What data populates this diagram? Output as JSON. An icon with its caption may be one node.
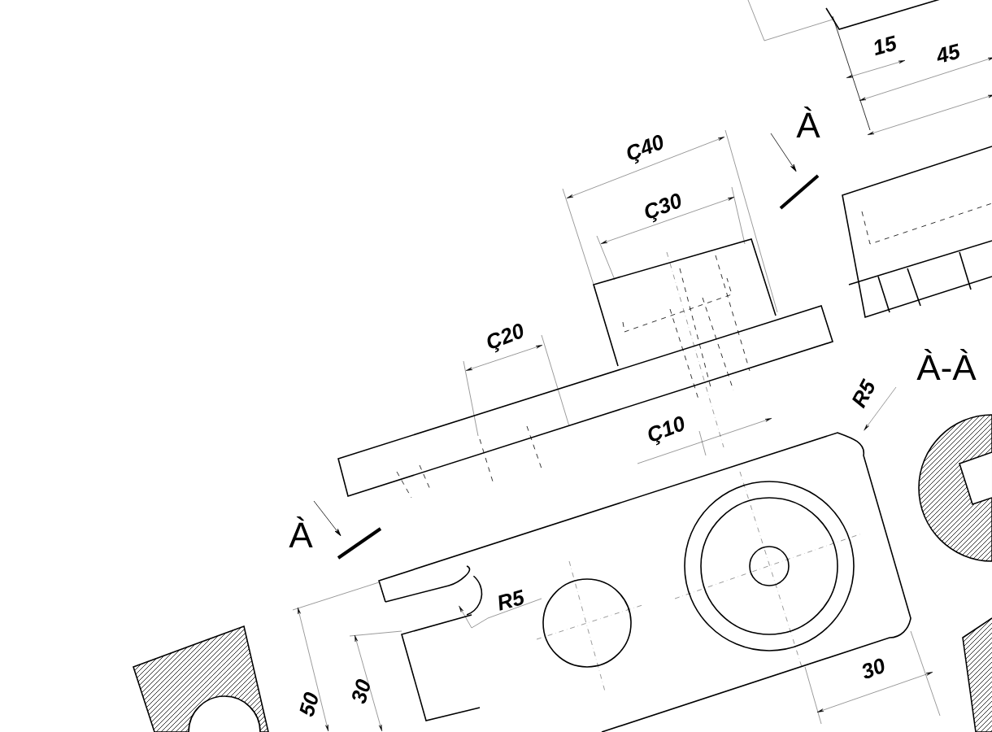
{
  "diagram": {
    "labels": [
      "15",
      "45",
      "À",
      "Ç40",
      "Ç30",
      "Ç20",
      "Ç10",
      "À",
      "À-À",
      "R5",
      "R5",
      "50",
      "30",
      "30"
    ]
  }
}
